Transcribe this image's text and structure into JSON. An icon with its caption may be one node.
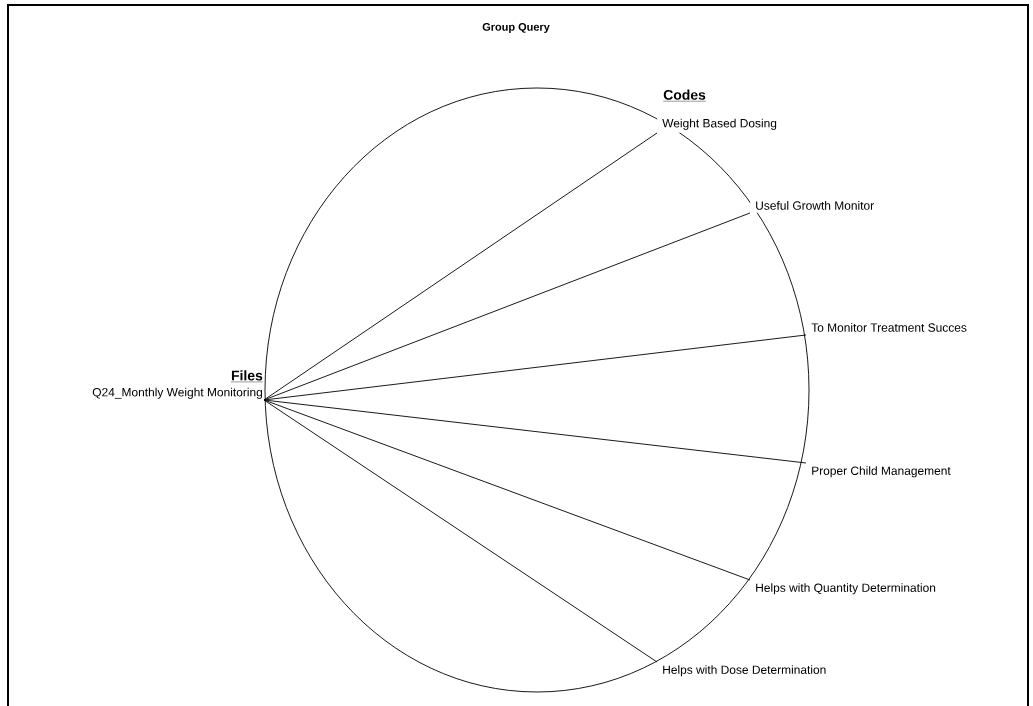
{
  "diagram": {
    "title": "Group Query",
    "nodes": [
      {
        "text": [
          "Files",
          "Q24_Monthly Weight Monitoring"
        ]
      },
      {
        "text": [
          "Weight Based Dosing"
        ]
      },
      {
        "text": [
          "Useful Growth Monitor"
        ]
      },
      {
        "text": [
          "To Monitor Treatment Succes"
        ]
      },
      {
        "text": [
          "Proper Child Management"
        ]
      },
      {
        "text": [
          "Helps with Quantity Determination"
        ]
      },
      {
        "text": [
          "Helps with Dose Determination"
        ]
      }
    ],
    "edges": [
      {
        "from": 0,
        "to": 1,
        "arrow": "none"
      },
      {
        "from": 0,
        "to": 2,
        "arrow": "none"
      },
      {
        "from": 0,
        "to": 3,
        "arrow": "none"
      },
      {
        "from": 0,
        "to": 4,
        "arrow": "none"
      },
      {
        "from": 0,
        "to": 5,
        "arrow": "none"
      },
      {
        "from": 0,
        "to": 6,
        "arrow": "none"
      }
    ],
    "labels": [
      "Codes"
    ]
  }
}
